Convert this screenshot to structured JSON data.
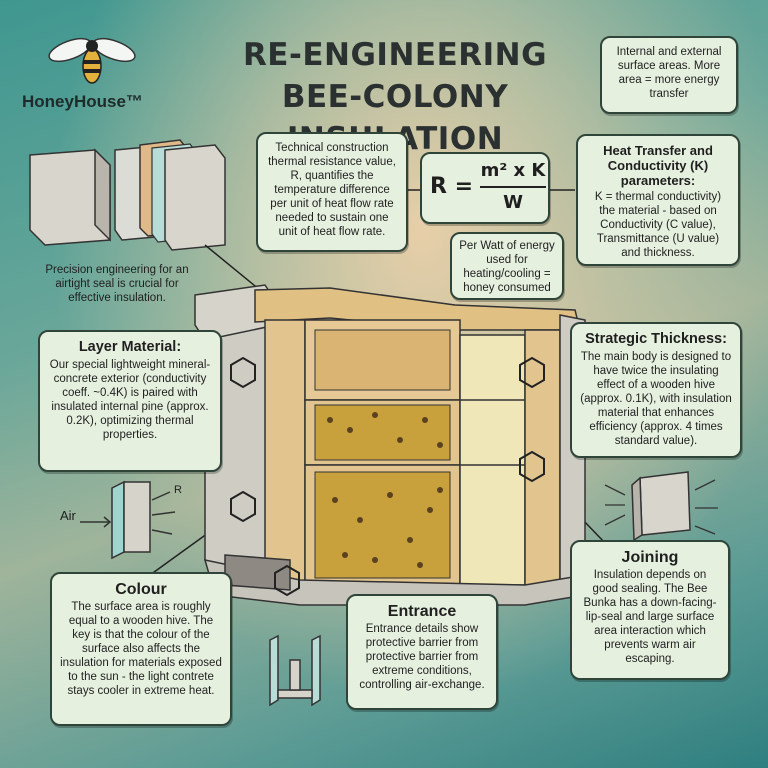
{
  "title_line1": "RE-ENGINEERING",
  "title_line2": "BEE-COLONY INSULATION",
  "brand": "HoneyHouse™",
  "top_right_note": "Internal and external surface areas. More area = more energy transfer",
  "resistance_note": "Technical construction thermal resistance value, R, quantifies the temperature difference per unit of heat flow rate needed to sustain one unit of heat flow rate.",
  "formula": {
    "lhs": "R =",
    "numerator": "m² x K",
    "denominator": "W"
  },
  "per_watt_note": "Per Watt of energy used for heating/cooling = honey consumed",
  "conductivity": {
    "heading": "Heat Transfer and Conductivity (K) parameters:",
    "body": "K = thermal conductivity) the material - based on Conductivity (C value), Transmittance (U value) and thickness."
  },
  "precision_note": "Precision engineering for an airtight seal is crucial for effective insulation.",
  "layer_material": {
    "heading": "Layer Material:",
    "body": "Our special lightweight mineral-concrete exterior (conductivity coeff. ~0.4K) is paired with insulated internal pine (approx. 0.2K), optimizing thermal properties."
  },
  "strategic_thickness": {
    "heading": "Strategic Thickness:",
    "body": "The main body is designed to have twice the insulating effect of a wooden hive (approx. 0.1K), with insulation material that enhances efficiency (approx. 4 times standard value)."
  },
  "air_diagram": {
    "air_label": "Air",
    "r_label": "R"
  },
  "colour": {
    "heading": "Colour",
    "body": "The surface area is roughly equal to a wooden hive. The key is that the colour of the surface also affects the insulation for materials exposed to the sun - the light contrete stays cooler in extreme heat."
  },
  "entrance": {
    "heading": "Entrance",
    "body": "Entrance details show protective barrier from protective barrier from extreme conditions, controlling air-exchange."
  },
  "joining": {
    "heading": "Joining",
    "body": "Insulation depends on good sealing. The Bee Bunka has a down-facing-lip-seal and large surface area interaction which prevents warm air escaping."
  },
  "colors": {
    "panel": "#e6f0df",
    "border": "#30453a",
    "wood": "#e2c48f",
    "concrete": "#cfccc4",
    "honey": "#c9a13c"
  }
}
